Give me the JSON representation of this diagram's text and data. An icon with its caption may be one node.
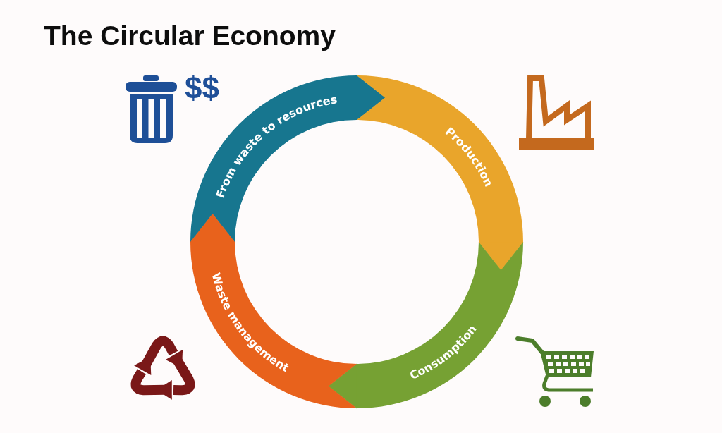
{
  "diagram": {
    "title": "The Circular Economy",
    "nodes": [
      {
        "text": [
          "From waste to resources"
        ]
      },
      {
        "text": [
          "Production"
        ]
      },
      {
        "text": [
          "Consumption"
        ]
      },
      {
        "text": [
          "Waste management"
        ]
      }
    ],
    "edges": [
      {
        "from": 0,
        "to": 1,
        "arrow": "to",
        "color": "#17768f"
      },
      {
        "from": 1,
        "to": 2,
        "arrow": "to",
        "color": "#e9a52b"
      },
      {
        "from": 2,
        "to": 3,
        "arrow": "to",
        "color": "#76a133"
      },
      {
        "from": 3,
        "to": 0,
        "arrow": "to",
        "color": "#e8621c"
      }
    ],
    "labels": [
      "$$"
    ]
  }
}
